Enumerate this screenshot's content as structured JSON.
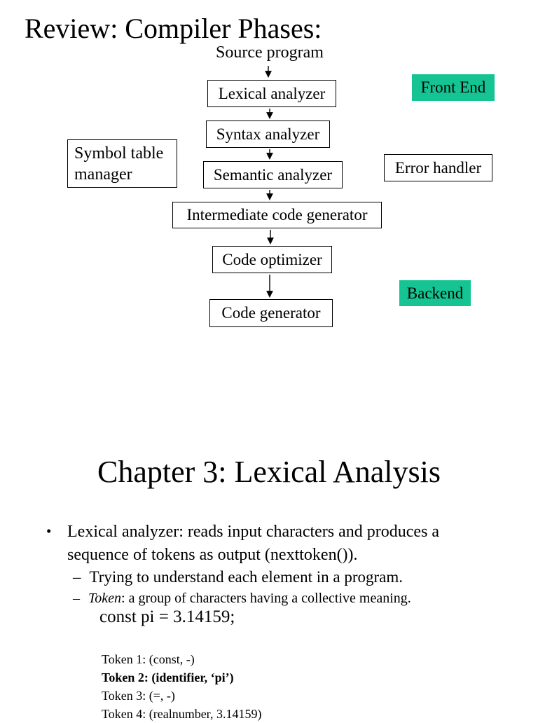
{
  "slide1": {
    "title": "Review: Compiler Phases:",
    "flow": {
      "source_label": "Source program",
      "lexical": "Lexical analyzer",
      "syntax": "Syntax analyzer",
      "semantic": "Semantic analyzer",
      "intermediate": "Intermediate code generator",
      "optimizer": "Code optimizer",
      "generator": "Code generator"
    },
    "side": {
      "symbol_table_line1": "Symbol table",
      "symbol_table_line2": "manager",
      "error_handler": "Error handler"
    },
    "tags": {
      "front_end": "Front End",
      "backend": "Backend",
      "highlight_color": "#15c492"
    }
  },
  "slide2": {
    "title": "Chapter 3: Lexical Analysis",
    "bullet_char": "•",
    "dash_char": "–",
    "bullet1_lines": [
      "Lexical analyzer: reads input characters and produces a",
      "sequence of tokens as output (nexttoken())."
    ],
    "sub1": "Trying to understand each element in a program.",
    "sub2_term": "Token",
    "sub2_rest": ": a group of characters having a collective meaning.",
    "code_line": "const pi = 3.14159;",
    "tokens": [
      "Token 1: (const, -)",
      "Token 2: (identifier, ‘pi’)",
      "Token 3: (=, -)",
      "Token 4: (realnumber, 3.14159)"
    ]
  }
}
